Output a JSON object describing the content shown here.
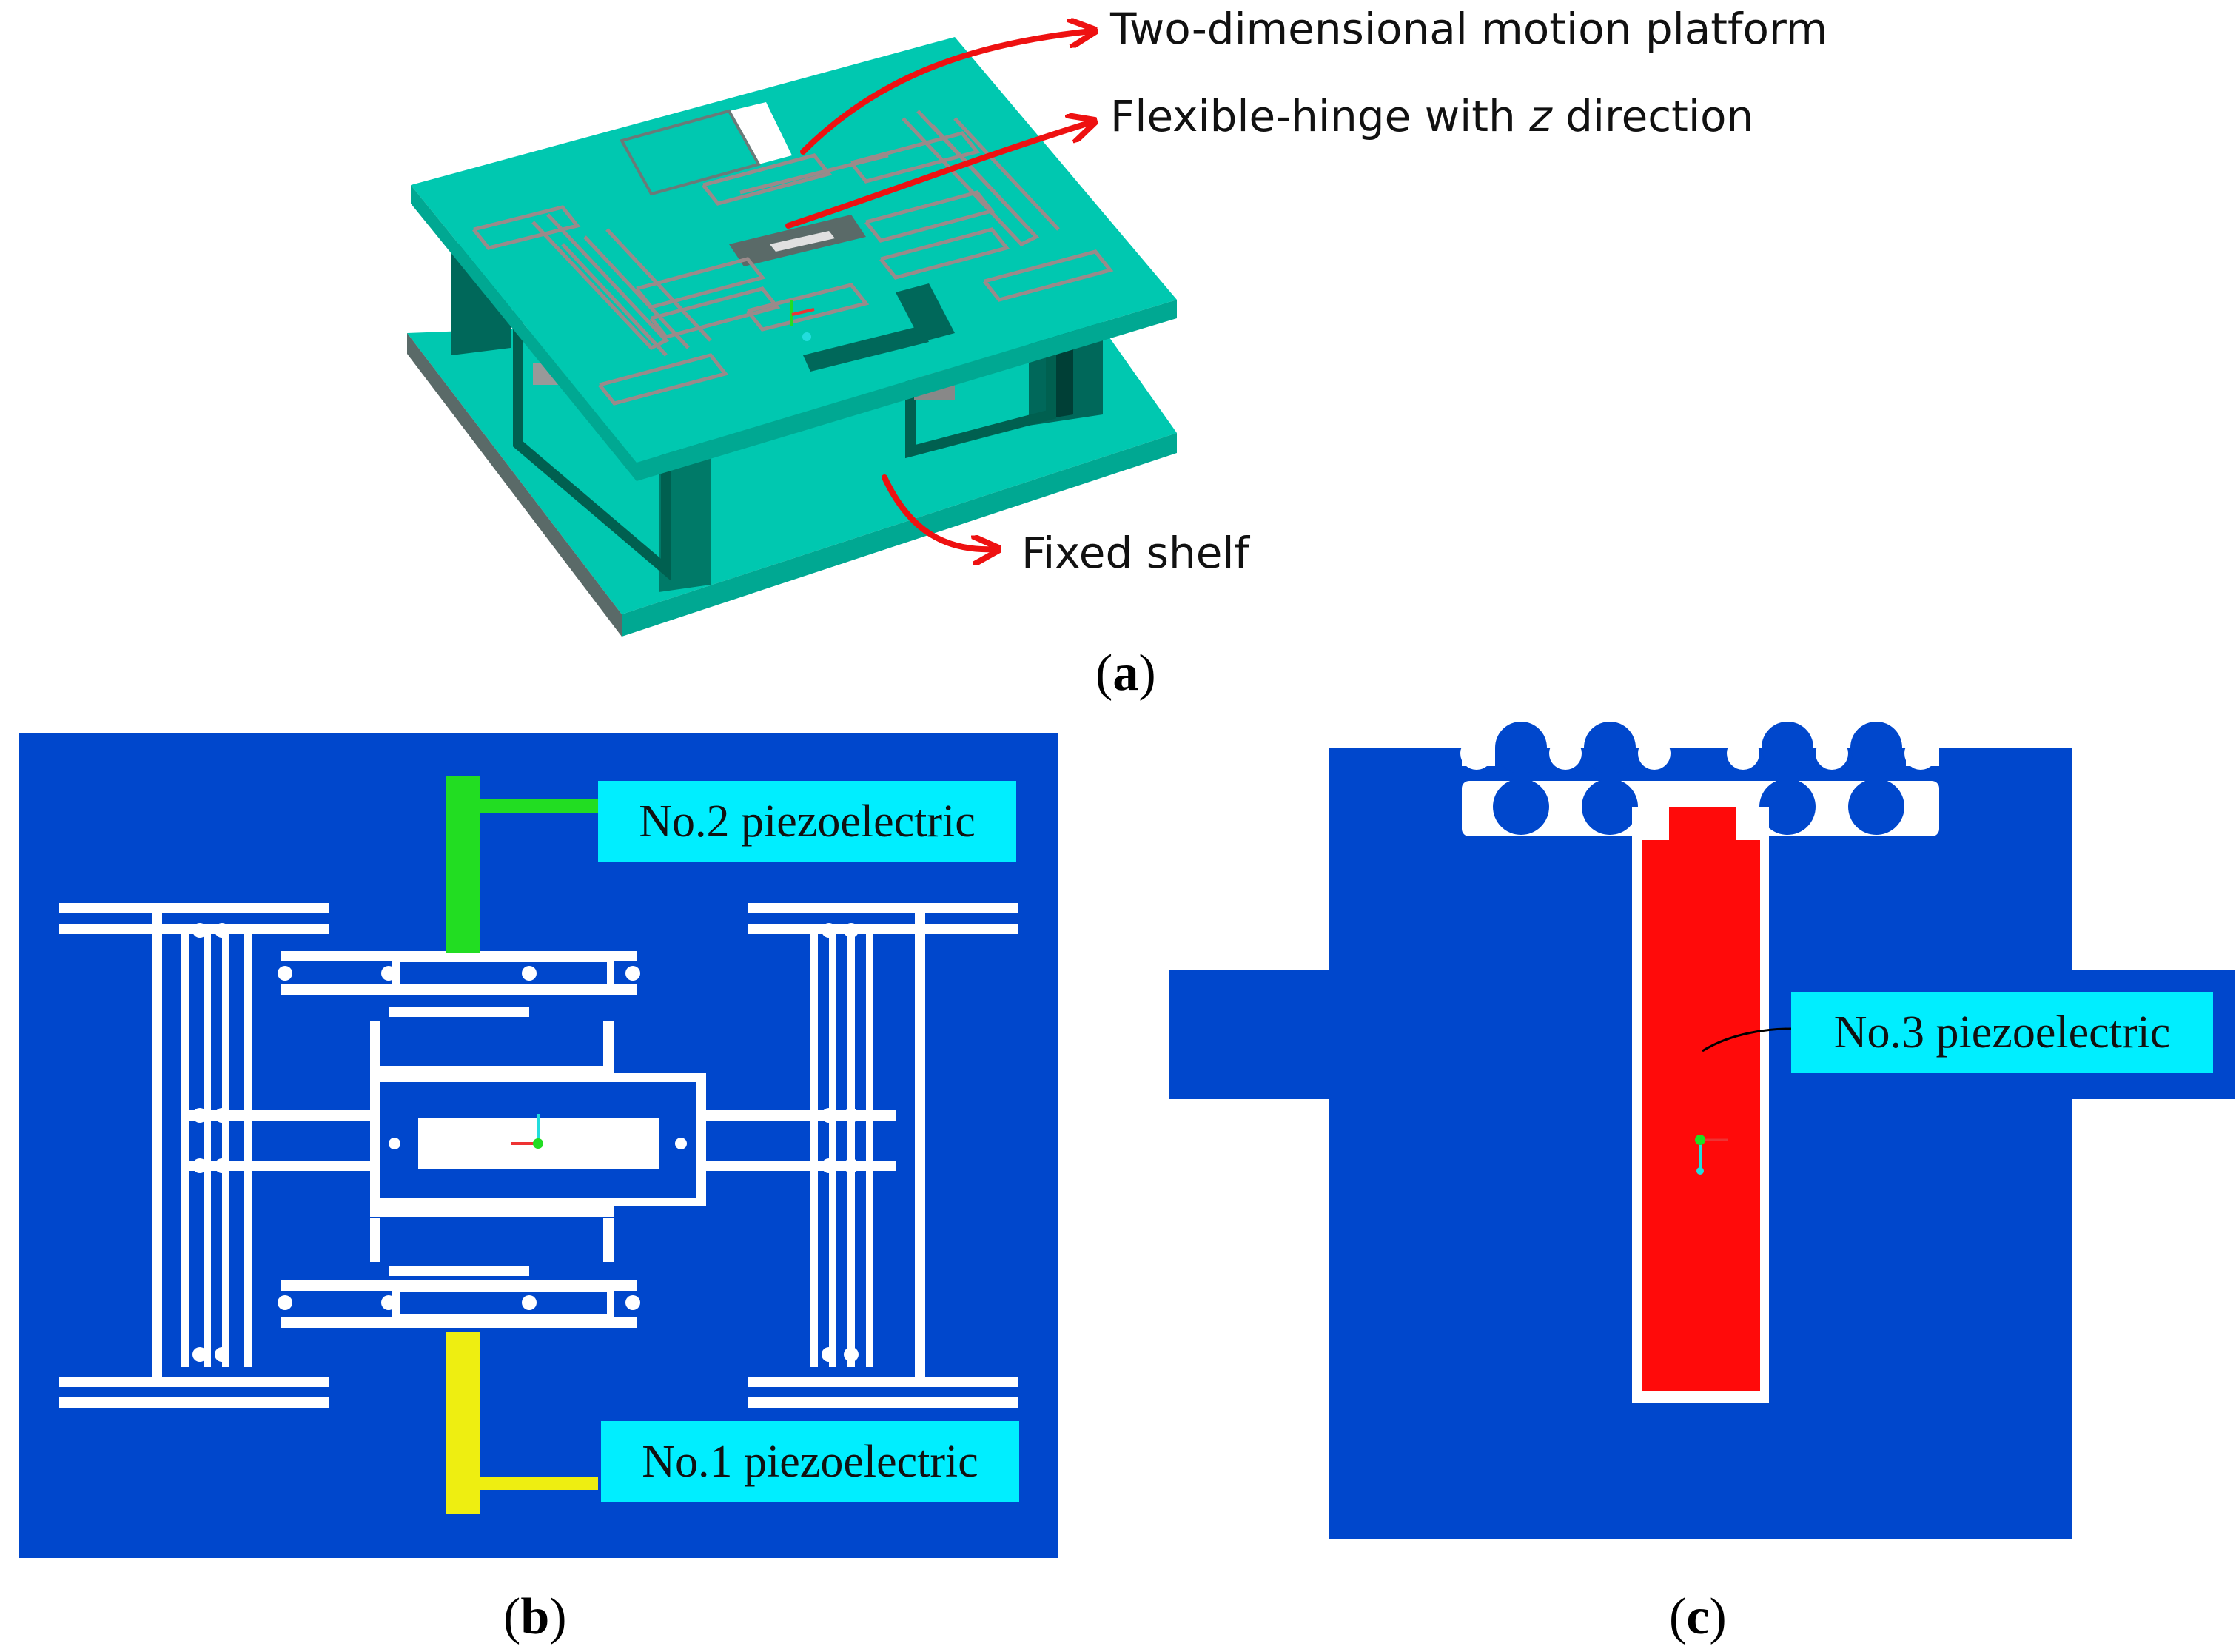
{
  "panel_a": {
    "caption_letter": "a",
    "labels": {
      "platform": "Two-dimensional motion platform",
      "hinge_prefix": "Flexible-hinge with ",
      "hinge_axis": "z",
      "hinge_suffix": " direction",
      "shelf": "Fixed shelf"
    }
  },
  "panel_b": {
    "caption_letter": "b",
    "labels": {
      "piezo_2": "No.2 piezoelectric",
      "piezo_1": "No.1 piezoelectric"
    }
  },
  "panel_c": {
    "caption_letter": "c",
    "labels": {
      "piezo_3": "No.3 piezoelectric"
    }
  },
  "colors": {
    "platform_teal": "#00c8b0",
    "platform_dark": "#007a68",
    "arrow_red": "#ee1111",
    "fe_blue": "#0047cc",
    "label_cyan": "#00eeff",
    "piezo_green": "#22dd22",
    "piezo_yellow": "#eeee11",
    "piezo_red": "#ff0a0a"
  }
}
